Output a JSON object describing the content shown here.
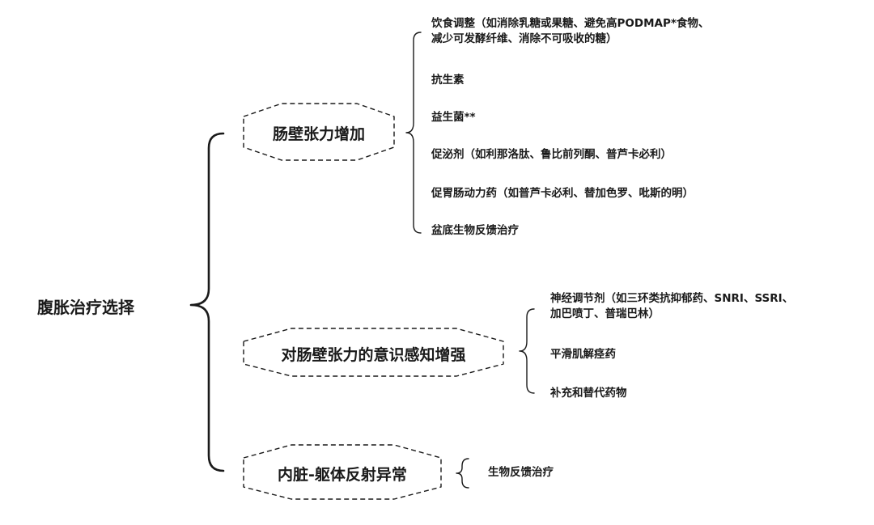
{
  "root": {
    "label": "腹胀治疗选择"
  },
  "categories": [
    {
      "label": "肠壁张力增加",
      "items": [
        {
          "lines": [
            "饮食调整（如消除乳糖或果糖、避免高PODMAP*食物、",
            "减少可发酵纤维、消除不可吸收的糖）"
          ]
        },
        {
          "lines": [
            "抗生素"
          ]
        },
        {
          "lines": [
            "益生菌**"
          ]
        },
        {
          "lines": [
            "促泌剂（如利那洛肽、鲁比前列酮、普芦卡必利）"
          ]
        },
        {
          "lines": [
            "促胃肠动力药（如普芦卡必利、替加色罗、吡斯的明）"
          ]
        },
        {
          "lines": [
            "盆底生物反馈治疗"
          ]
        }
      ]
    },
    {
      "label": "对肠壁张力的意识感知增强",
      "items": [
        {
          "lines": [
            "神经调节剂（如三环类抗抑郁药、SNRI、SSRI、",
            "加巴喷丁、普瑞巴林）"
          ]
        },
        {
          "lines": [
            "平滑肌解痉药"
          ]
        },
        {
          "lines": [
            "补充和替代药物"
          ]
        }
      ]
    },
    {
      "label": "内脏-躯体反射异常",
      "items": [
        {
          "lines": [
            "生物反馈治疗"
          ]
        }
      ]
    }
  ]
}
